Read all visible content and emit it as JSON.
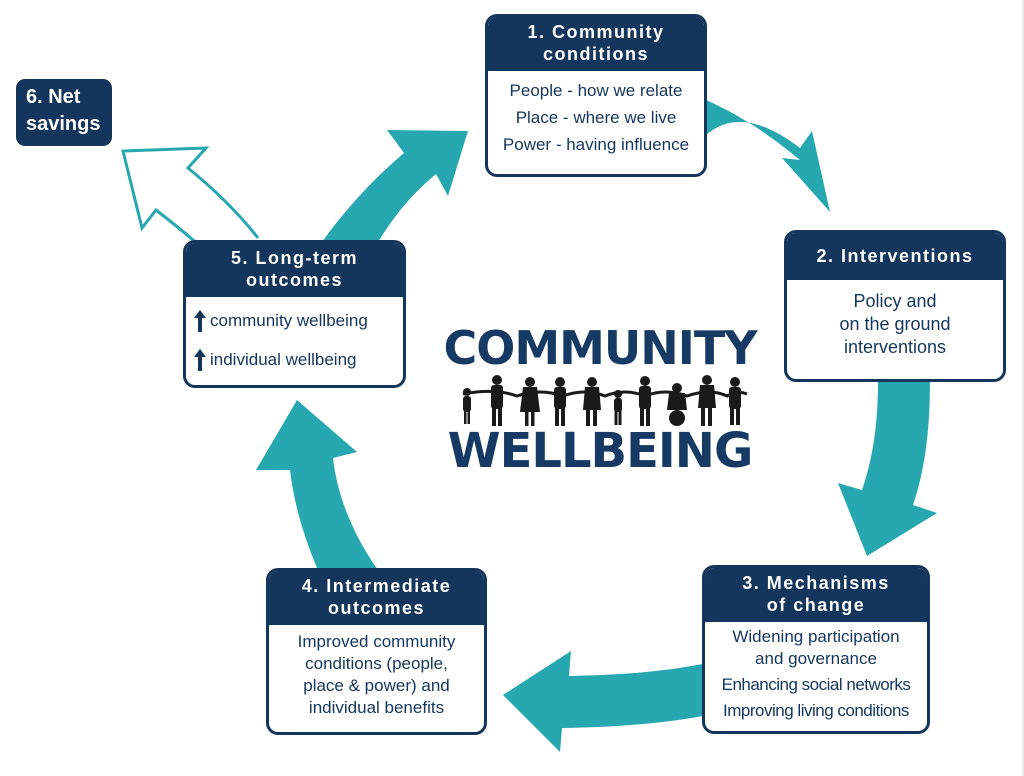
{
  "diagram": {
    "center": {
      "title_top": "COMMUNITY",
      "title_bottom": "WELLBEING",
      "figure": "people-holding-hands-silhouette"
    },
    "steps": [
      {
        "id": 1,
        "heading_line1": "1. Community",
        "heading_line2": "conditions",
        "items": [
          "People - how we relate",
          "Place - where we live",
          "Power - having influence"
        ]
      },
      {
        "id": 2,
        "heading_line1": "2. Interventions",
        "items": [
          "Policy and",
          "on the ground",
          "interventions"
        ]
      },
      {
        "id": 3,
        "heading_line1": "3. Mechanisms",
        "heading_line2": "of change",
        "items": [
          "Widening participation",
          "and governance",
          "Enhancing social networks",
          "Improving living conditions"
        ]
      },
      {
        "id": 4,
        "heading_line1": "4. Intermediate",
        "heading_line2": "outcomes",
        "items": [
          "Improved community",
          "conditions (people,",
          "place & power) and",
          "individual benefits"
        ]
      },
      {
        "id": 5,
        "heading_line1": "5. Long-term",
        "heading_line2": "outcomes",
        "items": [
          "community wellbeing",
          "individual wellbeing"
        ],
        "item_icon": "up-arrow-icon"
      },
      {
        "id": 6,
        "heading_line1": "6. Net",
        "heading_line2": "savings"
      }
    ],
    "colors": {
      "navy": "#14365c",
      "teal": "#27a8b0",
      "background": "#ffffff"
    }
  }
}
